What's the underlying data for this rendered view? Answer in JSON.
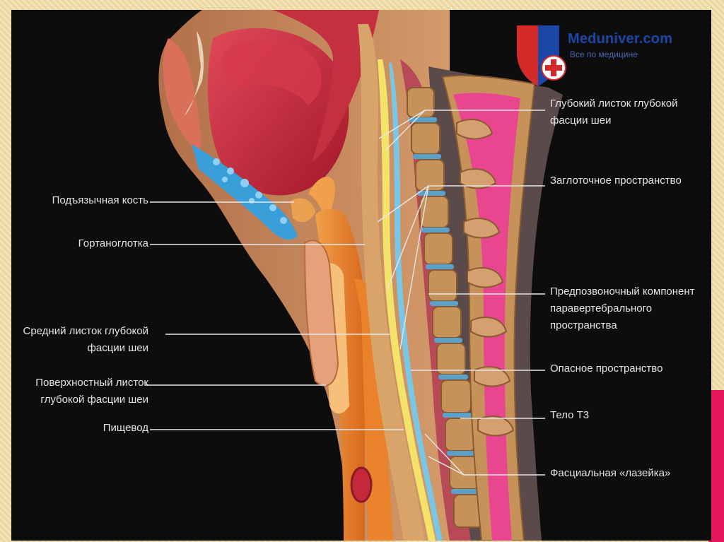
{
  "logo": {
    "name": "Meduniver.com",
    "tagline": "Все по медицине"
  },
  "labels_left": {
    "hyoid": "Подъязычная кость",
    "laryngopharynx": "Гортаноглотка",
    "middle_layer_1": "Средний листок глубокой",
    "middle_layer_2": "фасции шеи",
    "superficial_layer_1": "Поверхностный листок",
    "superficial_layer_2": "глубокой фасции шеи",
    "esophagus": "Пищевод"
  },
  "labels_right": {
    "deep_layer_1": "Глубокий листок глубокой",
    "deep_layer_2": "фасции шеи",
    "retropharyngeal": "Заглоточное пространство",
    "prevertebral_1": "Предпозвоночный компонент",
    "prevertebral_2": "паравертебрального",
    "prevertebral_3": "пространства",
    "danger_space": "Опасное пространство",
    "t3_body": "Тело Т3",
    "fascial_loophole": "Фасциальная «лазейка»"
  },
  "colors": {
    "background": "#0d0d0d",
    "muscle": "#c8283a",
    "fascia_orange": "#e9822b",
    "vertebra": "#c7925a",
    "spinal_cord": "#e8478f",
    "fat_blue": "#3a9ed8",
    "logo_red": "#d42a2a",
    "logo_blue": "#1c47a6",
    "accent_corner": "#e5165a"
  }
}
